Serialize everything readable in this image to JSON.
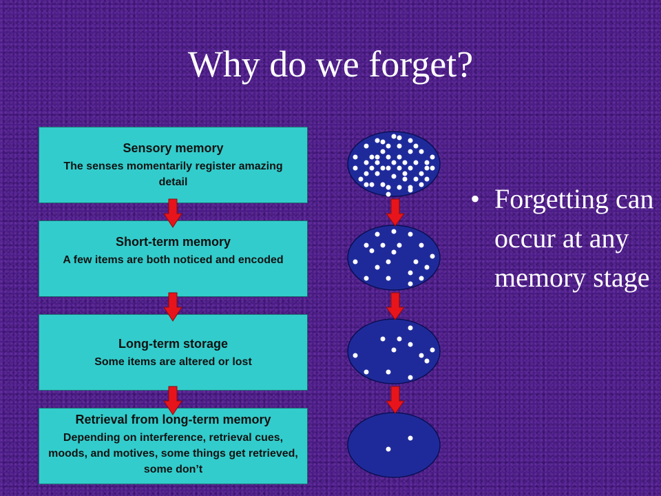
{
  "slide": {
    "title": "Why do we forget?"
  },
  "stages": [
    {
      "title": "Sensory memory",
      "description": "The senses momentarily register amazing detail"
    },
    {
      "title": "Short-term memory",
      "description": "A few items are both noticed and encoded"
    },
    {
      "title": "Long-term storage",
      "description": "Some items are altered or lost"
    },
    {
      "title": "Retrieval from long-term memory",
      "description": "Depending on interference, retrieval cues, moods, and motives, some things get retrieved, some don’t"
    }
  ],
  "bullet": {
    "marker": "•",
    "text": "Forgetting can occur at any memory stage"
  },
  "colors": {
    "background": "#4a1c86",
    "stage_box": "#33cccc",
    "arrow": "#e8141b",
    "ellipse_fill": "#1f2a9a",
    "ellipse_stroke": "#0a0f55",
    "dot": "#ffffff",
    "text": "#ffffff"
  },
  "ellipses": [
    {
      "dots": 50
    },
    {
      "dots": 20
    },
    {
      "dots": 12
    },
    {
      "dots": 2
    }
  ]
}
